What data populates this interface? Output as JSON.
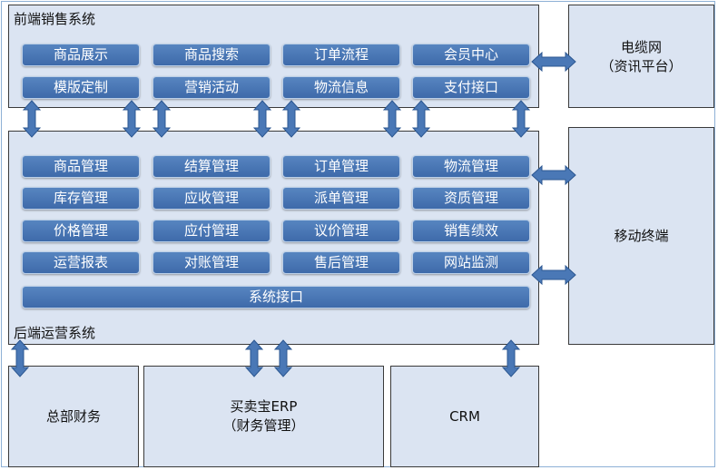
{
  "front": {
    "title": "前端销售系统",
    "modules": [
      [
        "商品展示",
        "商品搜索",
        "订单流程",
        "会员中心"
      ],
      [
        "模版定制",
        "营销活动",
        "物流信息",
        "支付接口"
      ]
    ]
  },
  "back": {
    "title": "后端运营系统",
    "modules": [
      [
        "商品管理",
        "结算管理",
        "订单管理",
        "物流管理"
      ],
      [
        "库存管理",
        "应收管理",
        "派单管理",
        "资质管理"
      ],
      [
        "价格管理",
        "应付管理",
        "议价管理",
        "销售绩效"
      ],
      [
        "运营报表",
        "对账管理",
        "售后管理",
        "网站监测"
      ]
    ],
    "interface": "系统接口"
  },
  "cable_net": {
    "line1": "电缆网",
    "line2": "（资讯平台）"
  },
  "mobile": {
    "label": "移动终端"
  },
  "finance": {
    "label": "总部财务"
  },
  "erp": {
    "line1": "买卖宝ERP",
    "line2": "（财务管理）"
  },
  "crm": {
    "label": "CRM"
  },
  "colors": {
    "panel_fill": "#dbe4f2",
    "button_fill": "#4a76b5",
    "arrow_fill": "#4a78b6"
  }
}
